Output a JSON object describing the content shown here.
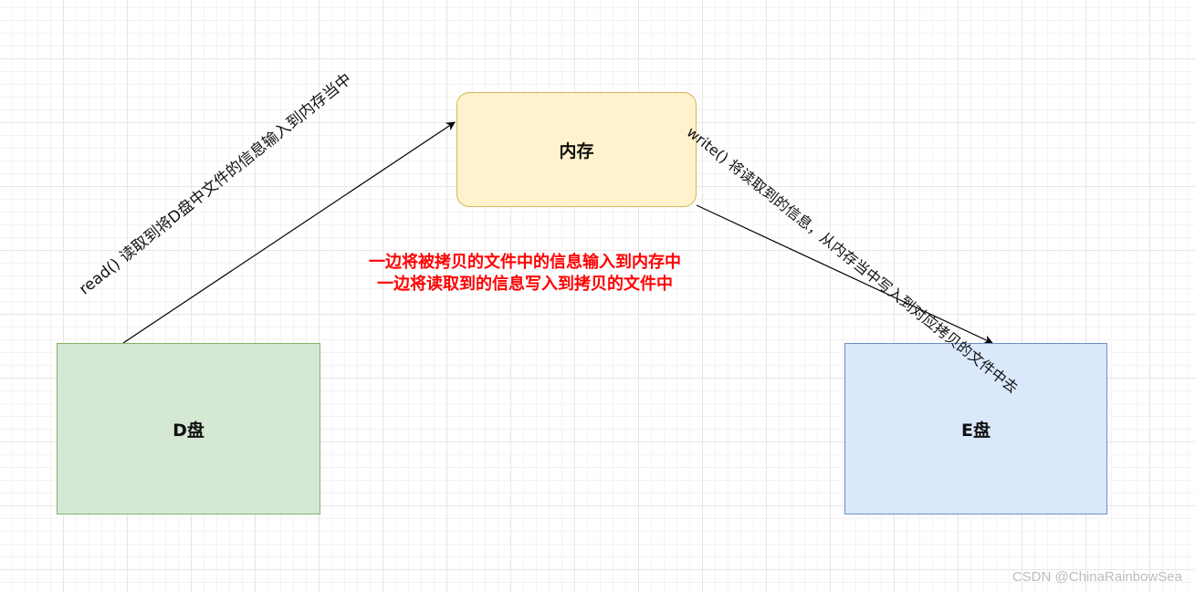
{
  "nodes": {
    "memory": "内存",
    "disk_d": "D盘",
    "disk_e": "E盘"
  },
  "edges": {
    "read_label": "read() 读取到将D盘中文件的信息输入到内存当中",
    "write_label": "write() 将读取到的信息，从内存当中写入到对应拷贝的文件中去"
  },
  "note": {
    "line1": "一边将被拷贝的文件中的信息输入到内存中",
    "line2": "一边将读取到的信息写入到拷贝的文件中"
  },
  "watermark": "CSDN @ChinaRainbowSea",
  "colors": {
    "memory_fill": "#fff2cc",
    "memory_border": "#d6b656",
    "disk_d_fill": "#d5e8d4",
    "disk_d_border": "#82b366",
    "disk_e_fill": "#dae8fc",
    "disk_e_border": "#6c8ebf",
    "note_text": "#ff0000"
  }
}
